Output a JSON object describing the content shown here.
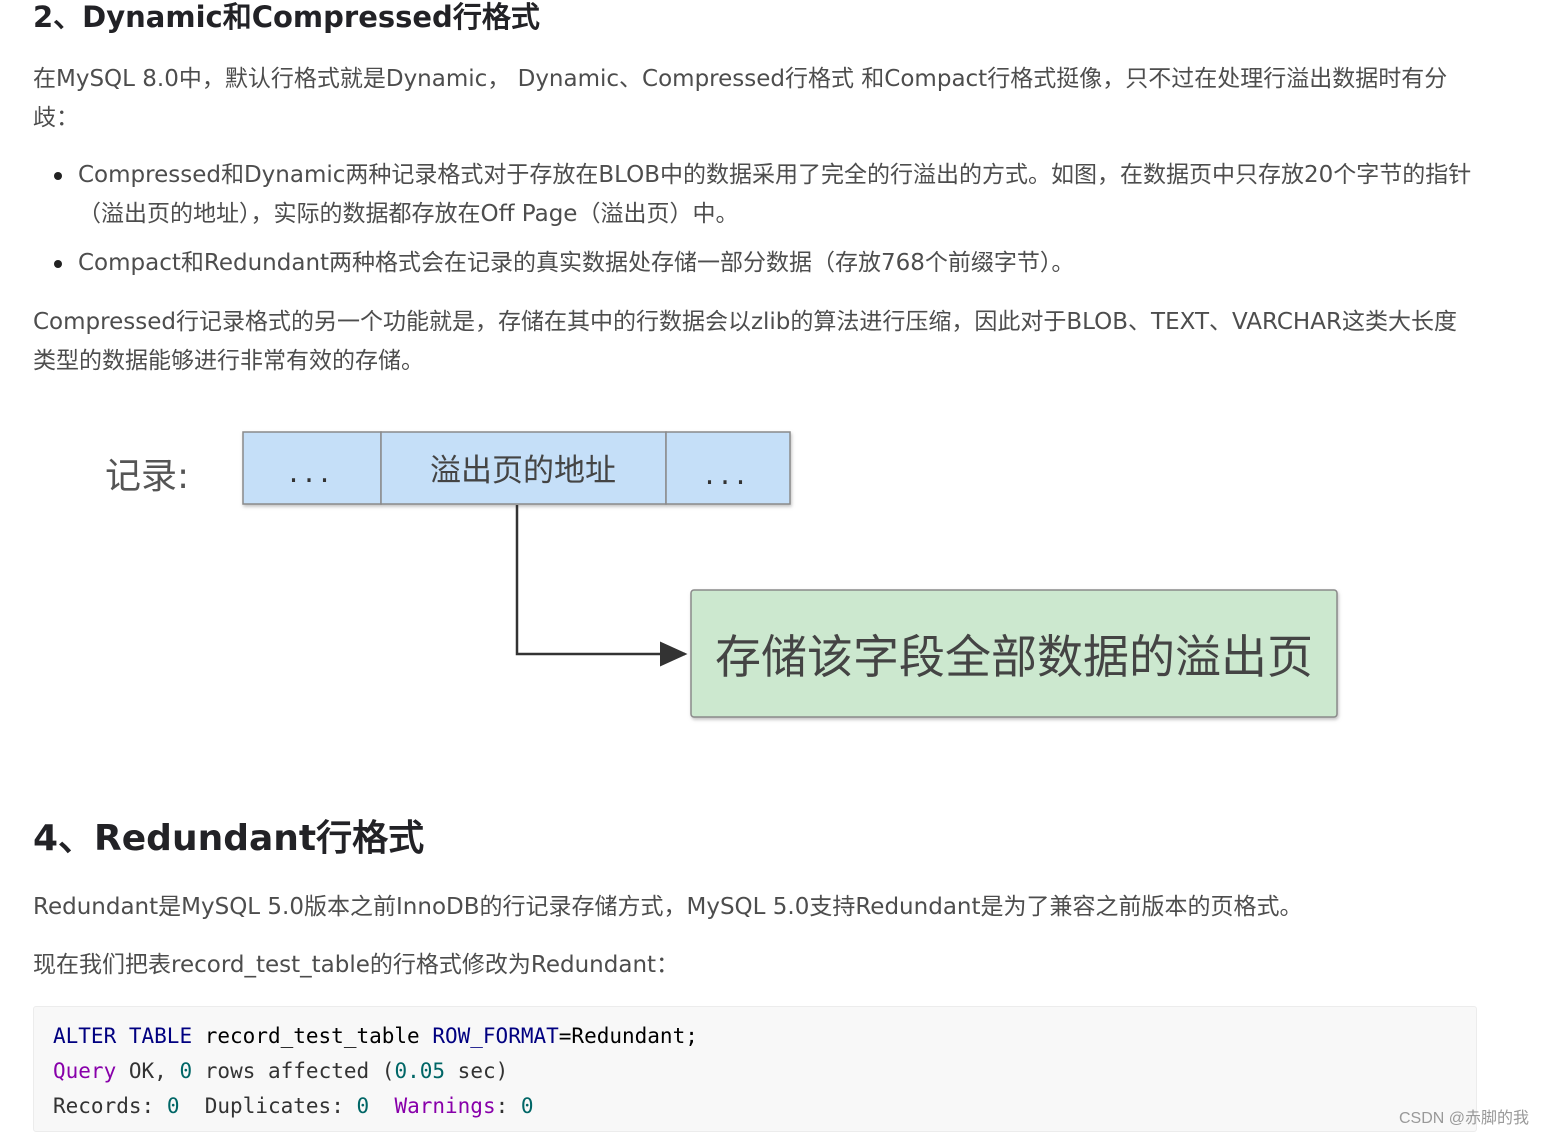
{
  "heading_top": "2、Dynamic和Compressed行格式",
  "para1": "在MySQL 8.0中，默认行格式就是Dynamic， Dynamic、Compressed行格式 和Compact行格式挺像，只不过在处理行溢出数据时有分歧：",
  "bullets": [
    "Compressed和Dynamic两种记录格式对于存放在BLOB中的数据采用了完全的行溢出的方式。如图，在数据页中只存放20个字节的指针（溢出页的地址），实际的数据都存放在Off Page（溢出页）中。",
    "Compact和Redundant两种格式会在记录的真实数据处存储一部分数据（存放768个前缀字节）。"
  ],
  "para2": "Compressed行记录格式的另一个功能就是，存储在其中的行数据会以zlib的算法进行压缩，因此对于BLOB、TEXT、VARCHAR这类大长度类型的数据能够进行非常有效的存储。",
  "diagram": {
    "record_label": "记录:",
    "cell_left": "...",
    "cell_mid": "溢出页的地址",
    "cell_right": "...",
    "overflow_box": "存储该字段全部数据的溢出页",
    "colors": {
      "cell_fill": "#c5dff8",
      "overflow_fill": "#cce8cf"
    }
  },
  "heading_second": "4、Redundant行格式",
  "para3": "Redundant是MySQL 5.0版本之前InnoDB的行记录存储方式，MySQL 5.0支持Redundant是为了兼容之前版本的页格式。",
  "para4": "现在我们把表record_test_table的行格式修改为Redundant：",
  "code": {
    "l1_kw1": "ALTER",
    "l1_kw2": "TABLE",
    "l1_tbl": "record_test_table",
    "l1_kw3": "ROW_FORMAT",
    "l1_val": "=Redundant;",
    "l2_kw": "Query",
    "l2_ok": "OK,",
    "l2_n": "0",
    "l2_rows": "rows affected (",
    "l2_sec_n": "0.05",
    "l2_sec": "sec)",
    "l3_rec": "Records:",
    "l3_n1": "0",
    "l3_dup": "Duplicates:",
    "l3_n2": "0",
    "l3_warn": "Warnings",
    "l3_colon": ":",
    "l3_n3": "0"
  },
  "watermark": "CSDN @赤脚的我"
}
